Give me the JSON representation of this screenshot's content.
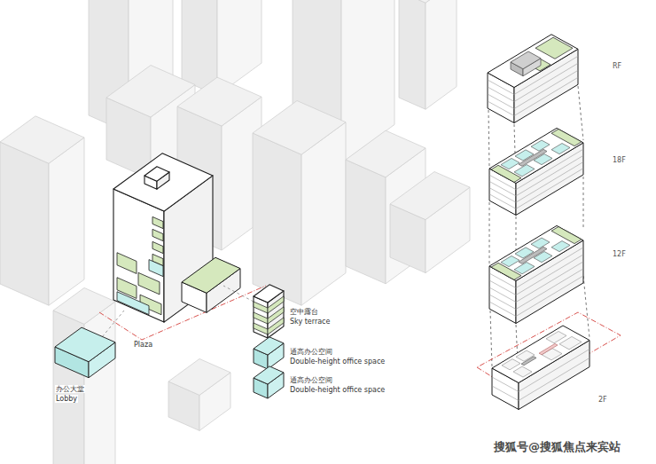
{
  "diagram": {
    "labels": [
      "RF",
      "18F",
      "12F",
      "2F",
      "Plaza",
      "空中露台",
      "Sky terrace",
      "通高办公空间",
      "Double-height office space",
      "通高办公空间",
      "Double-height office space",
      "办公大堂",
      "Lobby",
      "搜狐号@搜狐焦点来宾站"
    ]
  }
}
